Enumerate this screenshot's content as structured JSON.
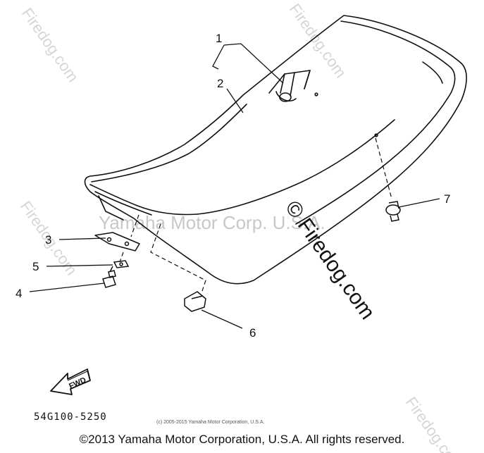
{
  "callouts": {
    "c1": "1",
    "c2": "2",
    "c3": "3",
    "c4": "4",
    "c5": "5",
    "c6": "6",
    "c7": "7"
  },
  "fwd_label": "FWD",
  "diagram_code": "54G100-5250",
  "watermarks": {
    "center": "Yamaha Motor Corp. U.S.A.",
    "firedog": "Firedog.com",
    "firedog_main": "© Firedog.com"
  },
  "small_copyright": "(c) 2005-2015 Yamaha Motor Corporation, U.S.A.",
  "footer_copyright": "©2013 Yamaha Motor Corporation, U.S.A. All rights reserved."
}
